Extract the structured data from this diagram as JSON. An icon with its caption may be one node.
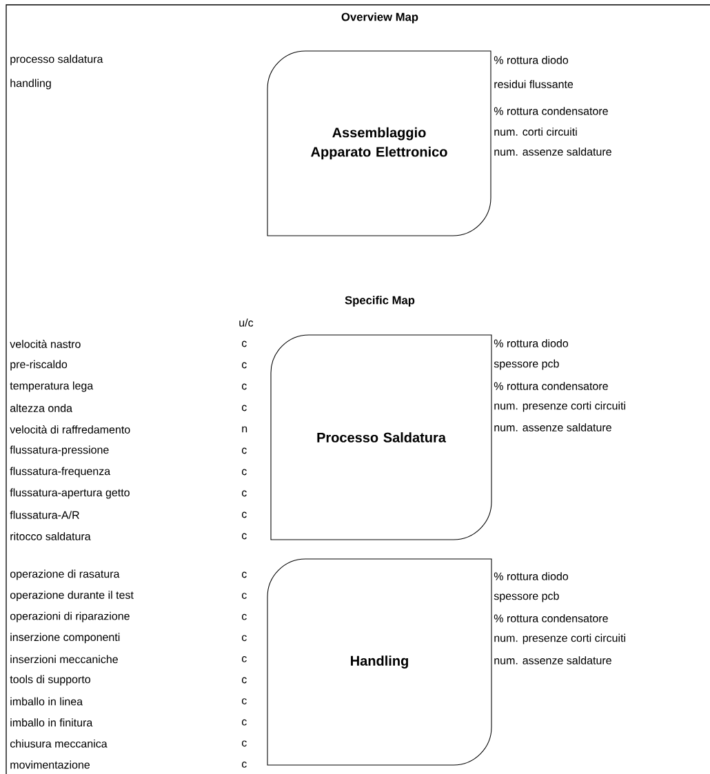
{
  "diagram": {
    "nodes": [
      {
        "text": [
          "Assemblaggio Apparato Elettronico"
        ],
        "beside": [
          "% rottura diodo",
          "residui flussante",
          "% rottura condensatore",
          "num.  corti circuiti",
          "num. assenze saldature"
        ]
      },
      {
        "text": [
          "Processo Saldatura"
        ],
        "beside": [
          "% rottura diodo",
          "spessore pcb",
          "% rottura condensatore",
          "num. presenze corti circuiti",
          "num. assenze saldature"
        ]
      },
      {
        "text": [
          "Handling"
        ],
        "beside": [
          "% rottura diodo",
          "spessore pcb",
          "% rottura condensatore",
          "num. presenze corti circuiti",
          "num. assenze saldature"
        ]
      }
    ],
    "labels": [
      "Overview Map",
      "processo saldatura",
      "handling",
      "Specific Map",
      "u/c",
      "velocità nastro",
      "c",
      "pre-riscaldo",
      "c",
      "temperatura lega",
      "c",
      "altezza onda",
      "c",
      "velocità di raffredamento",
      "n",
      "flussatura-pressione",
      "c",
      "flussatura-frequenza",
      "c",
      "flussatura-apertura getto",
      "c",
      "flussatura-A/R",
      "c",
      "ritocco saldatura",
      "c",
      "operazione di rasatura",
      "c",
      "operazione durante il test",
      "c",
      "operazioni di riparazione",
      "c",
      "inserzione componenti",
      "c",
      "inserzioni meccaniche",
      "c",
      "tools di supporto",
      "c",
      "imballo in linea",
      "c",
      "imballo in finitura",
      "c",
      "chiusura meccanica",
      "c",
      "movimentazione",
      "c"
    ]
  }
}
